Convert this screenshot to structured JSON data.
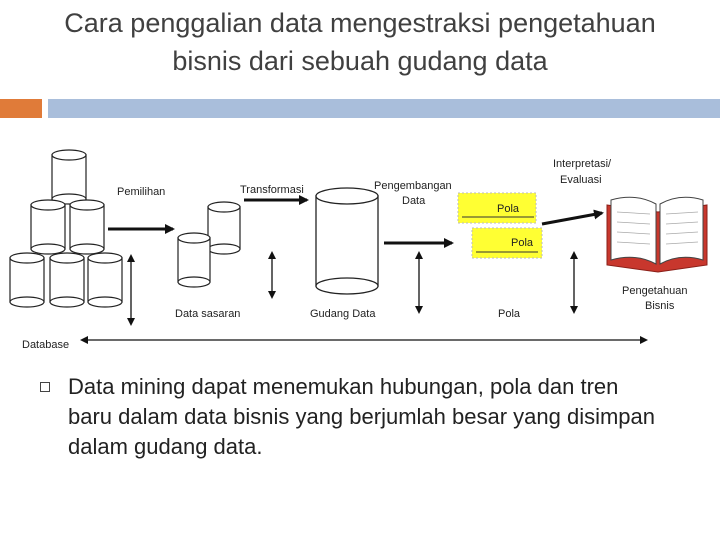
{
  "slide": {
    "title": "Cara penggalian data mengestraksi pengetahuan bisnis dari sebuah gudang data",
    "bullet": "Data mining dapat menemukan hubungan, pola dan tren baru dalam data bisnis yang berjumlah besar yang disimpan dalam gudang data."
  },
  "diagram": {
    "labels": {
      "pemilihan": "Pemilihan",
      "transformasi": "Transformasi",
      "pengembangan_line1": "Pengembangan",
      "pengembangan_line2": "Data",
      "interpretasi_line1": "Interpretasi/",
      "interpretasi_line2": "Evaluasi",
      "pola_1": "Pola",
      "pola_2": "Pola",
      "pola_bottom": "Pola",
      "pengetahuan_line1": "Pengetahuan",
      "pengetahuan_line2": "Bisnis",
      "data_sasaran": "Data sasaran",
      "gudang_data": "Gudang Data",
      "database": "Database"
    },
    "colors": {
      "pattern_fill": "#ffff33",
      "arrow": "#111111",
      "book_cover": "#c8372d"
    }
  }
}
